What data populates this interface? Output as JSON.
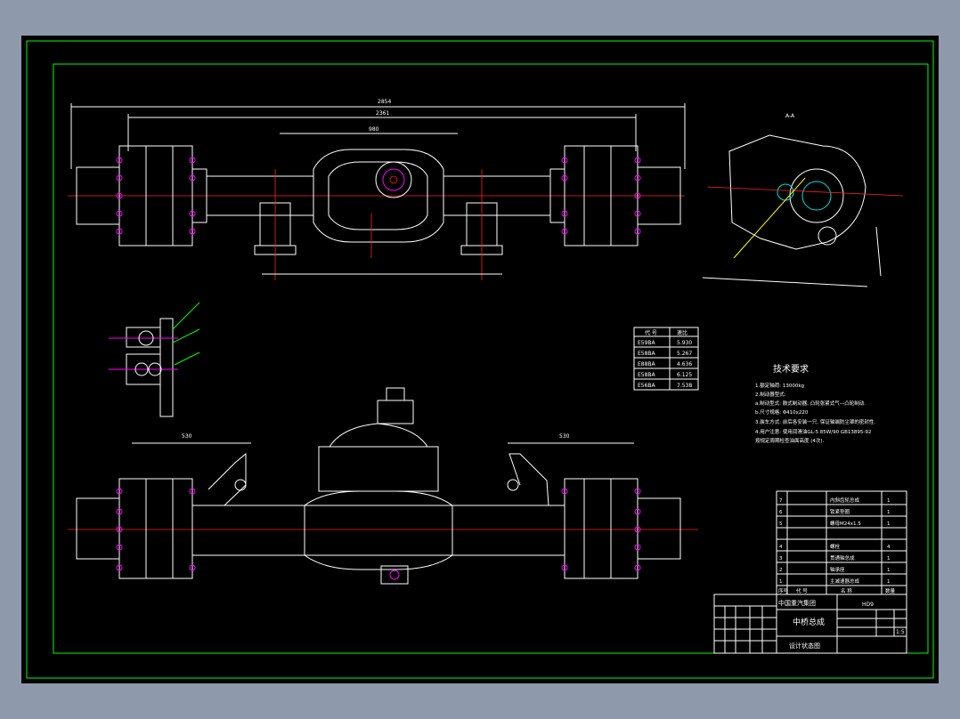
{
  "drawing": {
    "dims_top": {
      "overall": "2854",
      "track": "2361",
      "housing": "980"
    },
    "dims_bottom": {
      "left": "530",
      "right": "530"
    },
    "section_label": "A-A",
    "ratio_table": {
      "headers": [
        "代 号",
        "速比"
      ],
      "rows": [
        [
          "E59BA",
          "5.930"
        ],
        [
          "E58BA",
          "5.267"
        ],
        [
          "E88BA",
          "4.636"
        ],
        [
          "E58BA",
          "6.125"
        ],
        [
          "E56BA",
          "7.538"
        ]
      ]
    },
    "tech_req": {
      "title": "技术要求",
      "lines": [
        "1.额定轴荷: 13000kg",
        "2.制动器型式:",
        "  a.制动型式: 鼓式制动器, 凸轮张紧式气—凸轮制动.",
        "  b.尺寸规格: Φ410x220",
        "3.装车方式: 前后各安装一只, 保证轴端防尘罩的密封性.",
        "4.用户注意: 使用润滑油GL-5 85W/90 GB13895-92",
        "  按规定周期检查油面高度 (4次)."
      ]
    },
    "parts_list": {
      "rows": [
        [
          "7",
          "",
          "内斜齿轮总成",
          "1"
        ],
        [
          "6",
          "",
          "锁紧垫圈",
          "1"
        ],
        [
          "5",
          "",
          "螺母M24x1.5",
          "1"
        ],
        [
          "4",
          "",
          "螺栓",
          "4"
        ],
        [
          "3",
          "",
          "贯通轴总成",
          "1"
        ],
        [
          "2",
          "",
          "轴承座",
          "1"
        ],
        [
          "1",
          "",
          "主减速器总成",
          "1"
        ]
      ],
      "header": [
        "序号",
        "代 号",
        "名 称",
        "数量"
      ]
    },
    "title_block": {
      "company": "中国重汽集团",
      "name": "中桥总成",
      "subtitle": "设计状态图",
      "scale": "1:5",
      "code": "HD9"
    }
  }
}
